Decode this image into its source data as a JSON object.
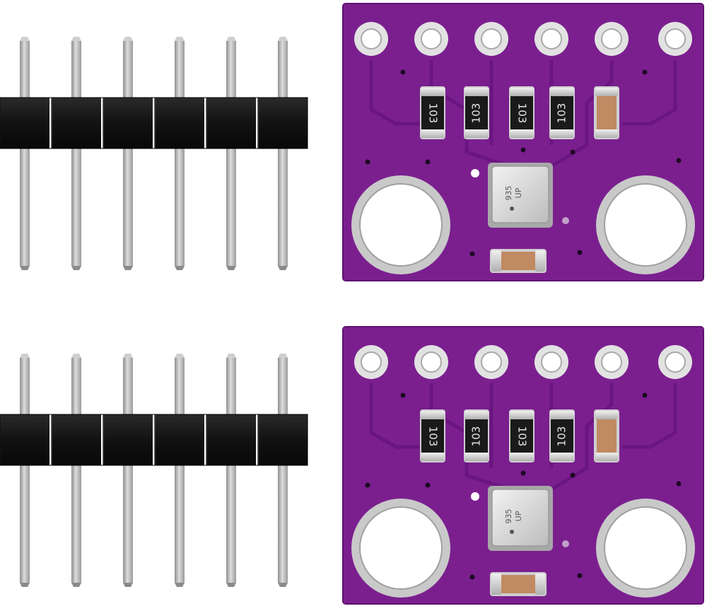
{
  "colors": {
    "background": "#ffffff",
    "pcb": "#7b1f8f",
    "pcb_trace": "#6a1580",
    "pcb_edge": "#5e1270",
    "pad_metal": "#e2e2e2",
    "pin_metal": "#b9b9b9",
    "header_plastic": "#121212",
    "resistor_body": "#1a1a1a",
    "capacitor_body": "#c08a62",
    "sensor_can": "#d8d8d8"
  },
  "resistor_markings": [
    "103",
    "103",
    "103",
    "103"
  ],
  "sensor_marking": [
    "935",
    "UP"
  ],
  "items": [
    {
      "name": "top",
      "pin_count": 6,
      "board_pads": 6,
      "mount_holes": 2
    },
    {
      "name": "bottom",
      "pin_count": 6,
      "board_pads": 6,
      "mount_holes": 2
    }
  ]
}
